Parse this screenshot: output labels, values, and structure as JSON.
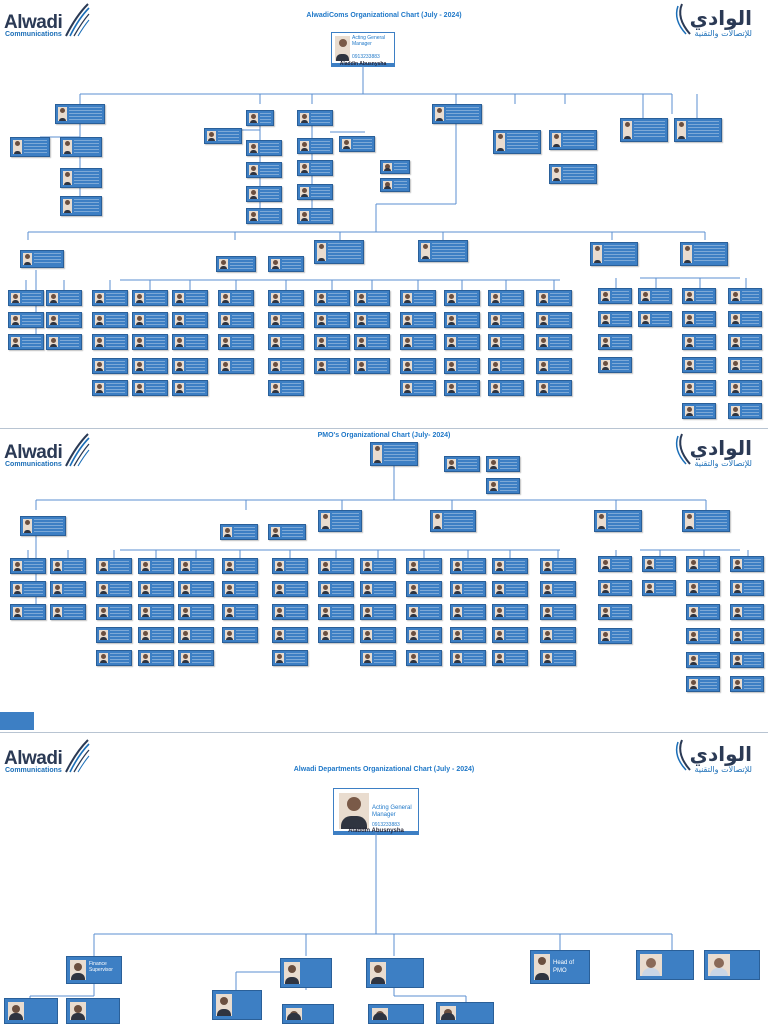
{
  "brand": {
    "name": "Alwadi",
    "subtitle": "Communications",
    "arabic_name": "الوادي",
    "arabic_subtitle": "للإتصالات والتقنية"
  },
  "chart1": {
    "title": "AlwadiComs Organizational Chart (July - 2024)",
    "gm_role": "Acting General Manager",
    "gm_phone": "0913233883",
    "gm_name": "Aladdin Abusnysha"
  },
  "chart2": {
    "title": "PMO's Organizational Chart (July- 2024)"
  },
  "chart3": {
    "title": "Alwadi Departments Organizational Chart (July - 2024)",
    "gm_role": "Acting General Manager",
    "gm_phone": "0913233883",
    "gm_name": "Aladdin Abusnysha",
    "finance_label": "Finance Supervisor",
    "pmo_label": "Head of PMO"
  },
  "colors": {
    "card": "#3d7fc4",
    "line": "#5b8fd0",
    "title": "#1f78c8"
  }
}
